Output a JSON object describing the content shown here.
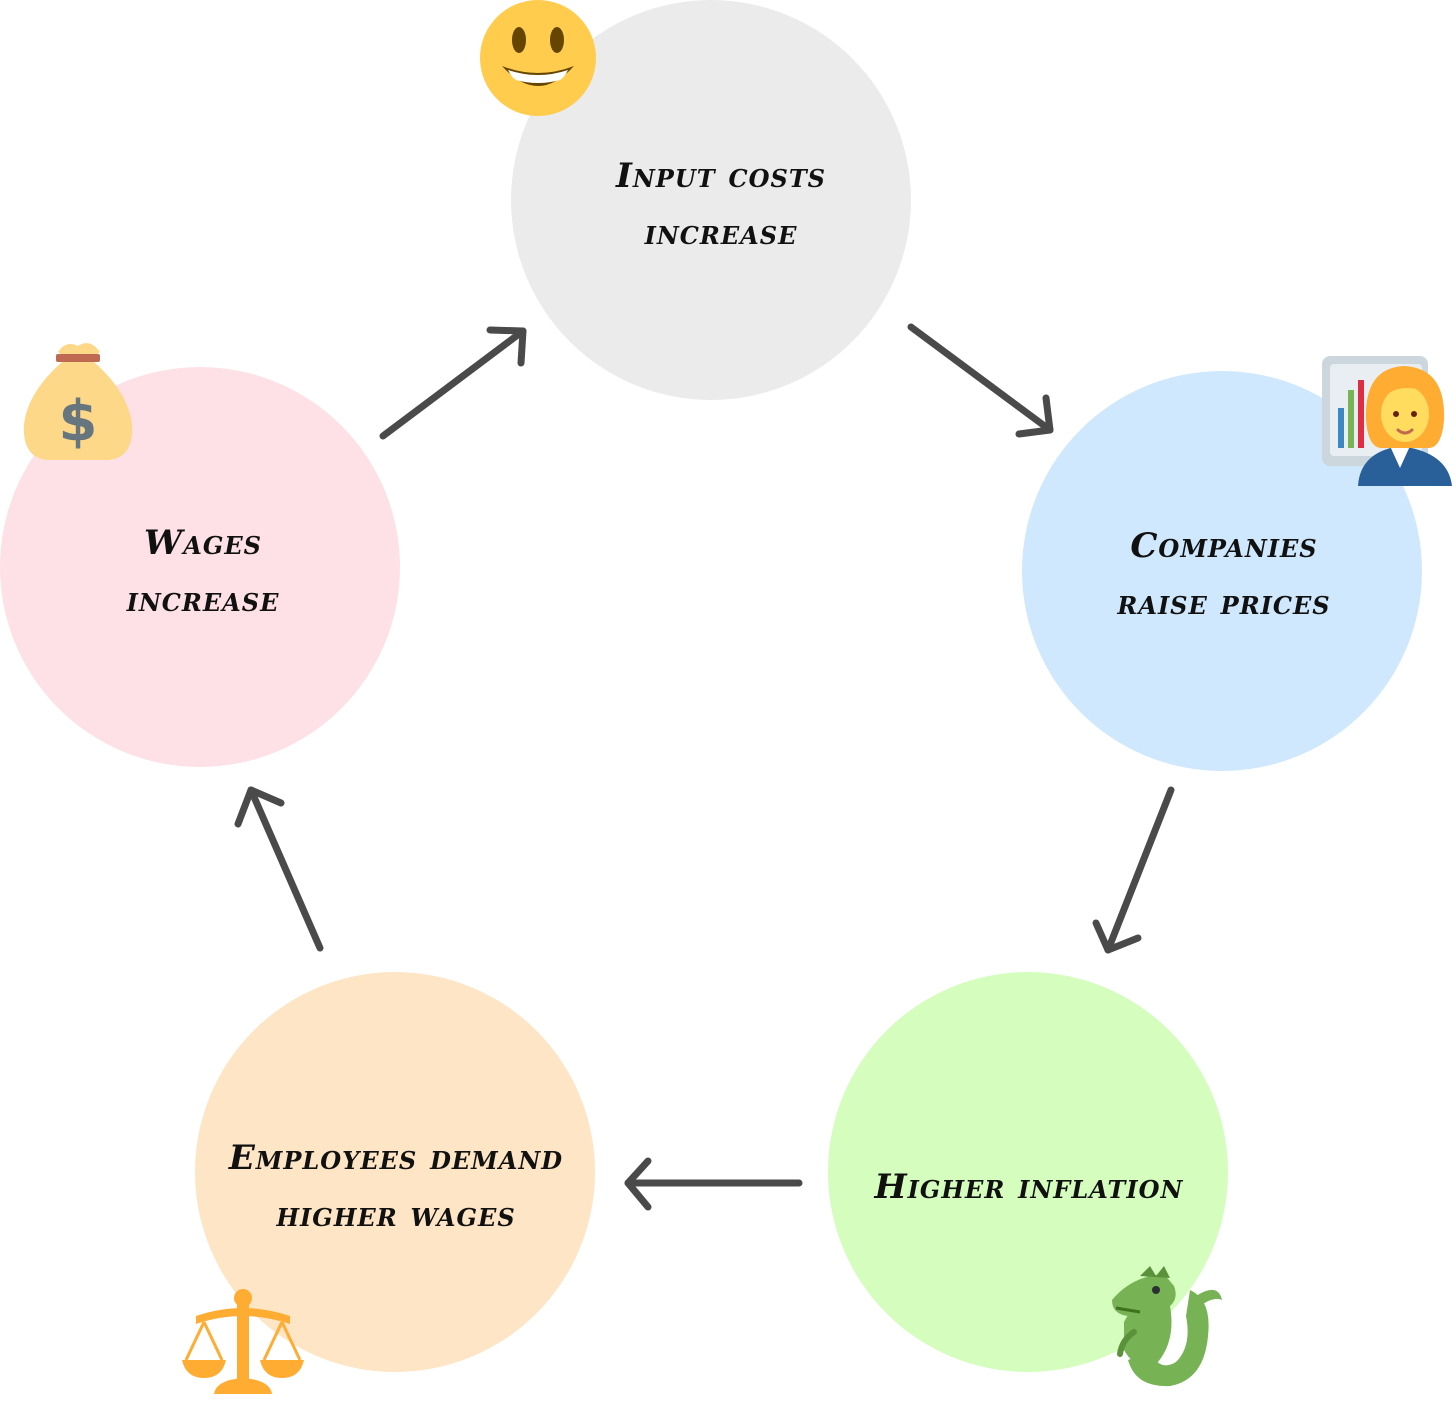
{
  "nodes": [
    {
      "id": "input-costs",
      "lines": [
        "Input costs",
        "increase"
      ],
      "color": "#ebebeb",
      "icon": "smiley-icon"
    },
    {
      "id": "companies",
      "lines": [
        "Companies",
        "raise prices"
      ],
      "color": "#cfe8fd",
      "icon": "businesswoman-presenting-icon"
    },
    {
      "id": "inflation",
      "lines": [
        "Higher inflation"
      ],
      "color": "#d4fdbe",
      "icon": "dragon-icon"
    },
    {
      "id": "employees",
      "lines": [
        "Employees demand",
        "higher wages"
      ],
      "color": "#fde5c5",
      "icon": "balance-scale-icon"
    },
    {
      "id": "wages",
      "lines": [
        "Wages",
        "increase"
      ],
      "color": "#fde1e6",
      "icon": "money-bag-icon"
    }
  ],
  "edges": [
    {
      "from": "input-costs",
      "to": "companies"
    },
    {
      "from": "companies",
      "to": "inflation"
    },
    {
      "from": "inflation",
      "to": "employees"
    },
    {
      "from": "employees",
      "to": "wages"
    },
    {
      "from": "wages",
      "to": "input-costs"
    }
  ],
  "arrow_color": "#4a4a4a"
}
